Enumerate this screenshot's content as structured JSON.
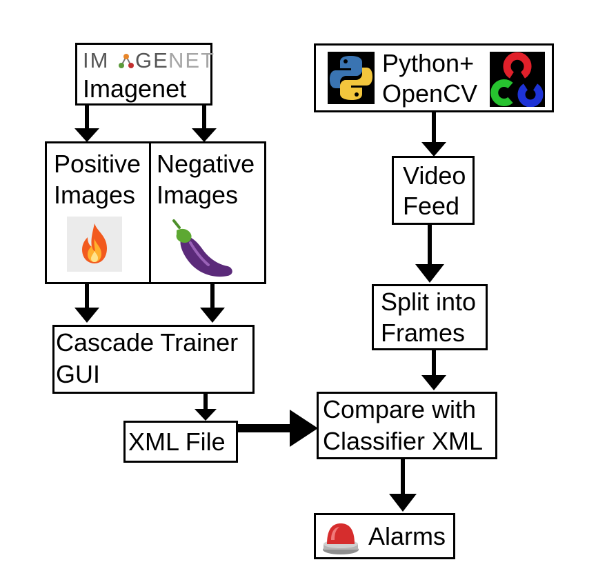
{
  "imagenet": {
    "logo": "IMAGENET",
    "label": "Imagenet"
  },
  "python_opencv": {
    "line1": "Python+",
    "line2": "OpenCV"
  },
  "positive": {
    "line1": "Positive",
    "line2": "Images"
  },
  "negative": {
    "line1": "Negative",
    "line2": "Images"
  },
  "video_feed": {
    "line1": "Video",
    "line2": "Feed"
  },
  "split_frames": {
    "line1": "Split into",
    "line2": "Frames"
  },
  "cascade": {
    "line1": "Cascade Trainer",
    "line2": "GUI"
  },
  "xml_file": {
    "label": "XML File"
  },
  "compare": {
    "line1": "Compare with",
    "line2": "Classifier XML"
  },
  "alarms": {
    "label": "Alarms"
  },
  "colors": {
    "imagenet_grey": "#555555",
    "imagenet_orange": "#e8862a",
    "imagenet_green": "#5b9a3a",
    "imagenet_red": "#c2302f",
    "fire": "#ff6a1a",
    "eggplant": "#5b2a7a",
    "alarm_red": "#d62d2d"
  },
  "icons": [
    "imagenet-logo",
    "python-icon",
    "opencv-icon",
    "fire-icon",
    "eggplant-icon",
    "alarm-icon"
  ]
}
